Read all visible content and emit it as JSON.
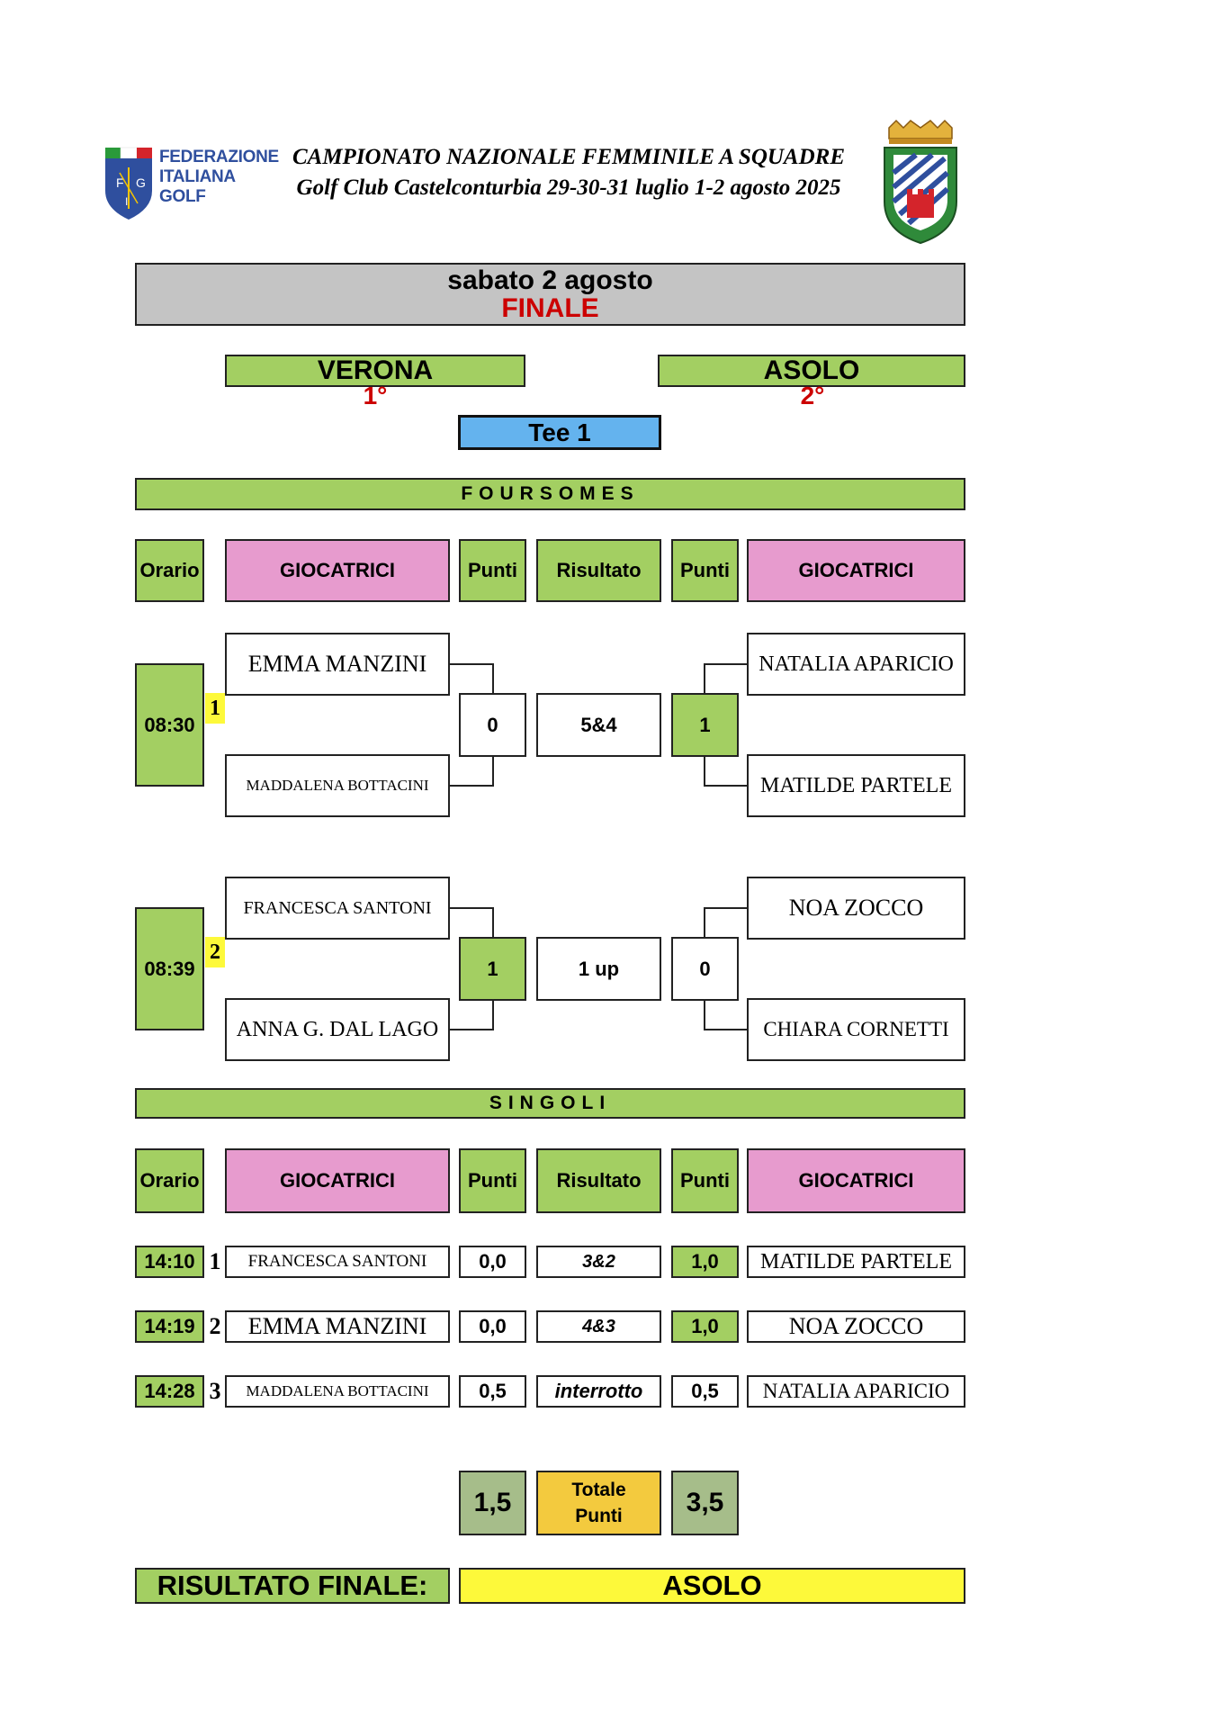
{
  "header": {
    "fig_logo_lines": [
      "FEDERAZIONE",
      "ITALIANA",
      "GOLF"
    ],
    "fig_shield_letters": [
      "F",
      "G",
      "I"
    ],
    "title_line1": "CAMPIONATO NAZIONALE FEMMINILE A SQUADRE",
    "title_line2": "Golf Club Castelconturbia  29-30-31 luglio 1-2 agosto 2025"
  },
  "day": {
    "date": "sabato 2 agosto",
    "stage": "FINALE"
  },
  "teams": {
    "left": {
      "name": "VERONA",
      "rank": "1°"
    },
    "right": {
      "name": "ASOLO",
      "rank": "2°"
    }
  },
  "tee": "Tee 1",
  "foursomes": {
    "section_title": "FOURSOMES",
    "headers": {
      "time": "Orario",
      "players_left": "GIOCATRICI",
      "points_left": "Punti",
      "result": "Risultato",
      "points_right": "Punti",
      "players_right": "GIOCATRICI"
    },
    "matches": [
      {
        "time": "08:30",
        "number": "1",
        "left_players": [
          "EMMA MANZINI",
          "MADDALENA BOTTACINI"
        ],
        "left_points": "0",
        "result": "5&4",
        "right_points": "1",
        "right_players": [
          "NATALIA APARICIO",
          "MATILDE PARTELE"
        ],
        "winner": "right"
      },
      {
        "time": "08:39",
        "number": "2",
        "left_players": [
          "FRANCESCA SANTONI",
          "ANNA G. DAL LAGO"
        ],
        "left_points": "1",
        "result": "1 up",
        "right_points": "0",
        "right_players": [
          "NOA ZOCCO",
          "CHIARA CORNETTI"
        ],
        "winner": "left"
      }
    ]
  },
  "singles": {
    "section_title": "SINGOLI",
    "headers": {
      "time": "Orario",
      "players_left": "GIOCATRICI",
      "points_left": "Punti",
      "result": "Risultato",
      "points_right": "Punti",
      "players_right": "GIOCATRICI"
    },
    "matches": [
      {
        "time": "14:10",
        "number": "1",
        "left_player": "FRANCESCA SANTONI",
        "left_points": "0,0",
        "result": "3&2",
        "right_points": "1,0",
        "right_player": "MATILDE PARTELE"
      },
      {
        "time": "14:19",
        "number": "2",
        "left_player": "EMMA MANZINI",
        "left_points": "0,0",
        "result": "4&3",
        "right_points": "1,0",
        "right_player": "NOA ZOCCO"
      },
      {
        "time": "14:28",
        "number": "3",
        "left_player": "MADDALENA BOTTACINI",
        "left_points": "0,5",
        "result": "interrotto",
        "right_points": "0,5",
        "right_player": "NATALIA APARICIO"
      }
    ]
  },
  "totals": {
    "left": "1,5",
    "label_line1": "Totale",
    "label_line2": "Punti",
    "right": "3,5"
  },
  "final": {
    "label": "RISULTATO FINALE:",
    "winner": "ASOLO"
  },
  "colors": {
    "green": "#a3cf62",
    "pink": "#e79bce",
    "grey": "#c4c4c4",
    "blue": "#64b3ee",
    "yellow": "#fdf93a",
    "gold": "#f3ca3e",
    "olive": "#a6bd8a",
    "red": "#cc0000"
  }
}
